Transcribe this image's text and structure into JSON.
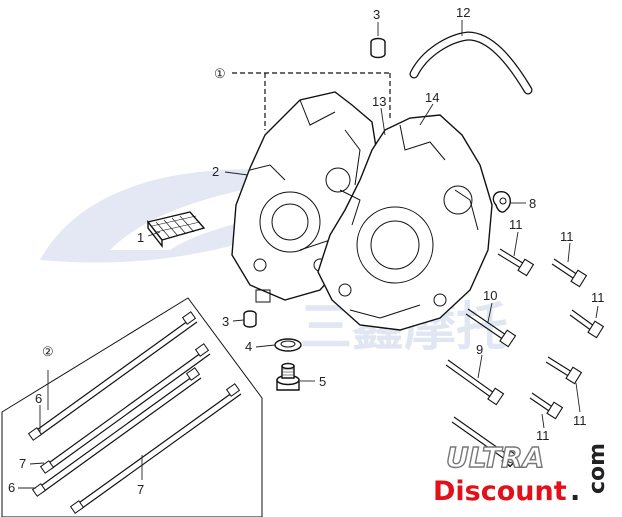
{
  "callouts": {
    "c1": "1",
    "c2": "2",
    "c3a": "3",
    "c3b": "3",
    "c4": "4",
    "c5": "5",
    "c6a": "6",
    "c6b": "6",
    "c7a": "7",
    "c7b": "7",
    "c8": "8",
    "c9a": "9",
    "c9b": "9",
    "c10": "10",
    "c11a": "11",
    "c11b": "11",
    "c11c": "11",
    "c11d": "11",
    "c11e": "11",
    "c12": "12",
    "c13": "13",
    "c14": "14"
  },
  "groups": {
    "g1": "①",
    "g2": "②"
  },
  "watermark": {
    "cn": "三鑫摩托"
  },
  "brand": {
    "ultra": "ULTRA",
    "discount": "Discount",
    "dot": ".",
    "com": "com"
  },
  "colors": {
    "watermark": "#c9d2ea",
    "brand_red": "#e3101a",
    "ink": "#111111"
  }
}
